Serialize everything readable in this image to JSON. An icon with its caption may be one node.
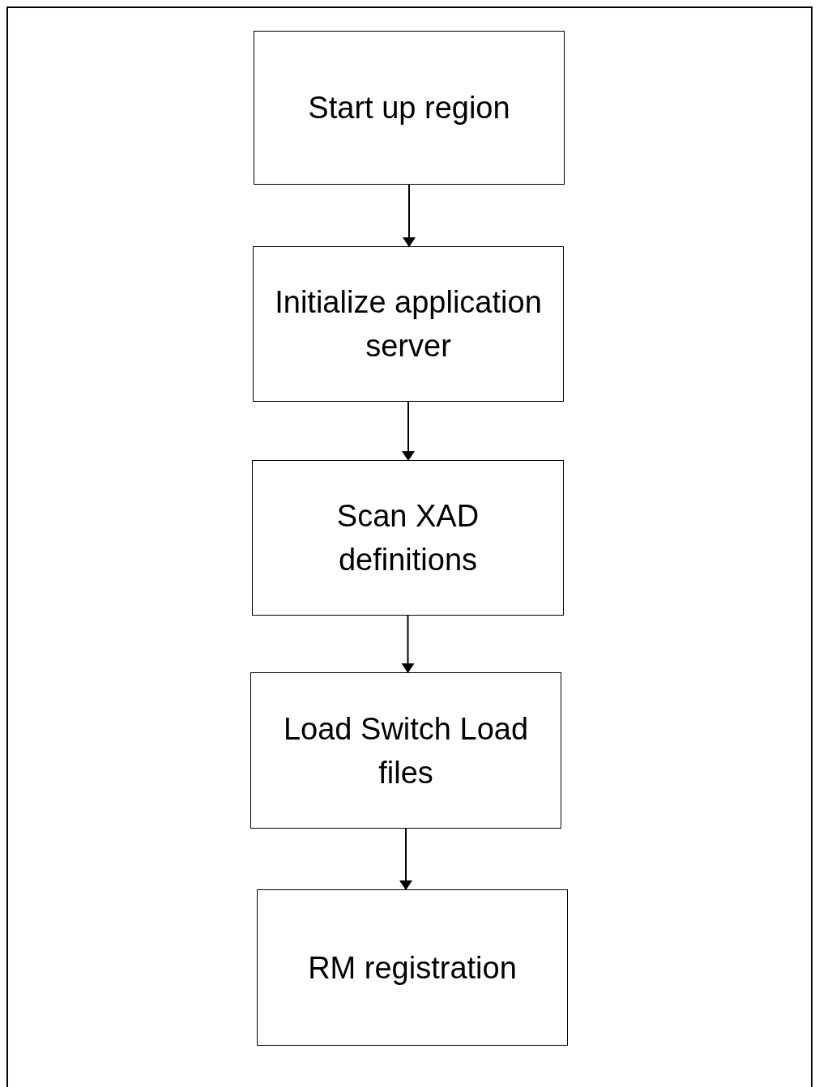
{
  "diagram": {
    "nodes": [
      {
        "text": [
          "Start up region"
        ]
      },
      {
        "text": [
          "Initialize application server"
        ]
      },
      {
        "text": [
          "Scan XAD definitions"
        ]
      },
      {
        "text": [
          "Load Switch Load files"
        ]
      },
      {
        "text": [
          "RM registration"
        ]
      }
    ],
    "edges": [
      {
        "from": 0,
        "to": 1,
        "arrow": "to"
      },
      {
        "from": 1,
        "to": 2,
        "arrow": "to"
      },
      {
        "from": 2,
        "to": 3,
        "arrow": "to"
      },
      {
        "from": 3,
        "to": 4,
        "arrow": "to"
      }
    ]
  }
}
